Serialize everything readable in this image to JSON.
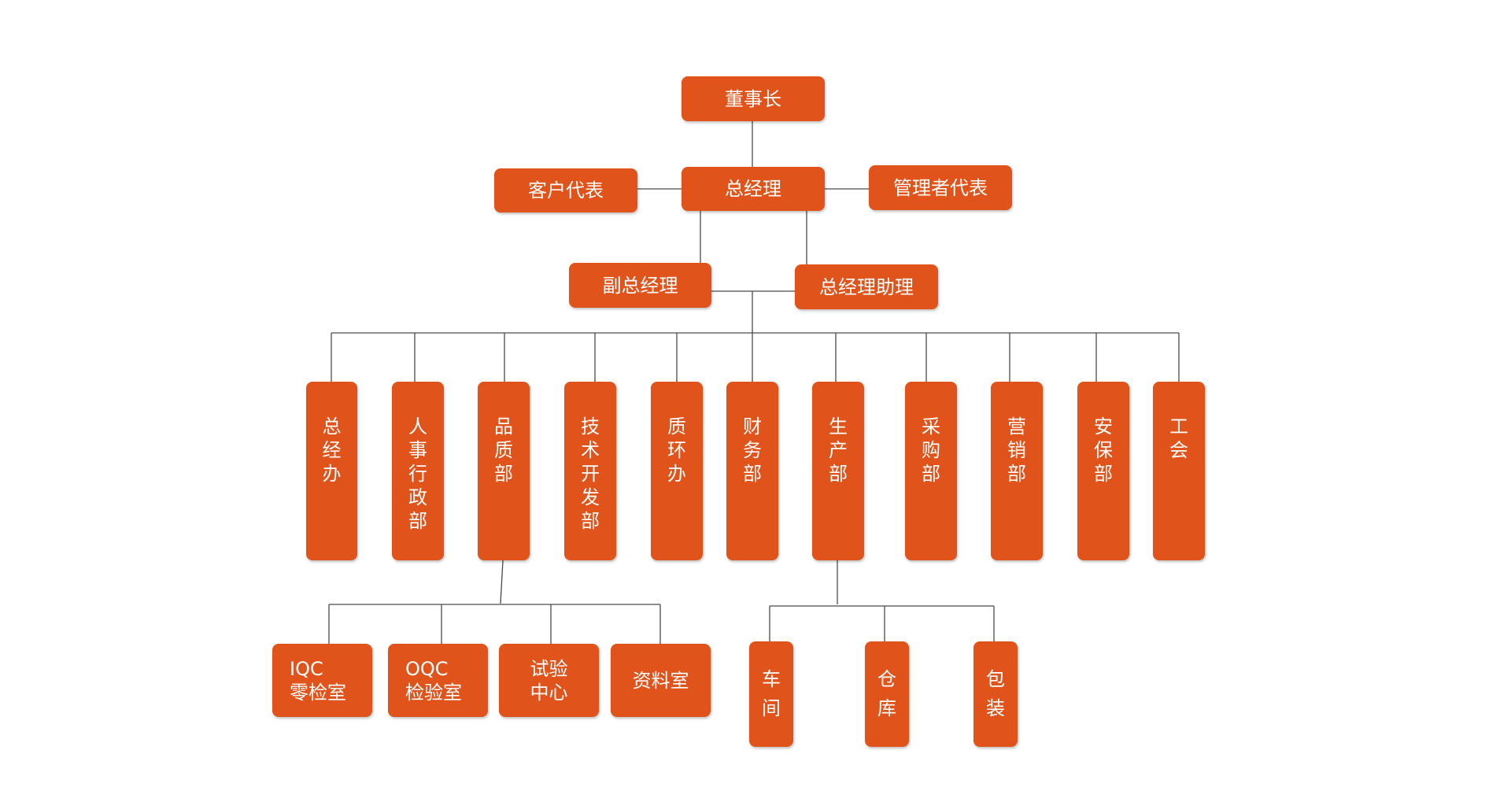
{
  "nodes": {
    "chairman": "董事长",
    "gm": "总经理",
    "customer_rep": "客户代表",
    "mgmt_rep": "管理者代表",
    "vice_gm": "副总经理",
    "gm_assistant": "总经理助理",
    "dept_gm_office": "总\n经\n办",
    "dept_hr_admin": "人\n事\n行\n政\n部",
    "dept_quality": "品\n质\n部",
    "dept_tech_dev": "技\n术\n开\n发\n部",
    "dept_qe_office": "质\n环\n办",
    "dept_finance": "财\n务\n部",
    "dept_production": "生\n产\n部",
    "dept_purchasing": "采\n购\n部",
    "dept_sales": "营\n销\n部",
    "dept_security": "安\n保\n部",
    "dept_union": "工\n会",
    "sub_iqc": "IQC\n零检室",
    "sub_oqc": "OQC\n检验室",
    "sub_test_center": "试验\n中心",
    "sub_archive": "资料室",
    "sub_workshop": "车\n间",
    "sub_warehouse": "仓\n库",
    "sub_packaging": "包\n装"
  },
  "colors": {
    "node_fill": "#e0541b",
    "node_text": "#ffffff",
    "connector": "#4a4a4a"
  }
}
